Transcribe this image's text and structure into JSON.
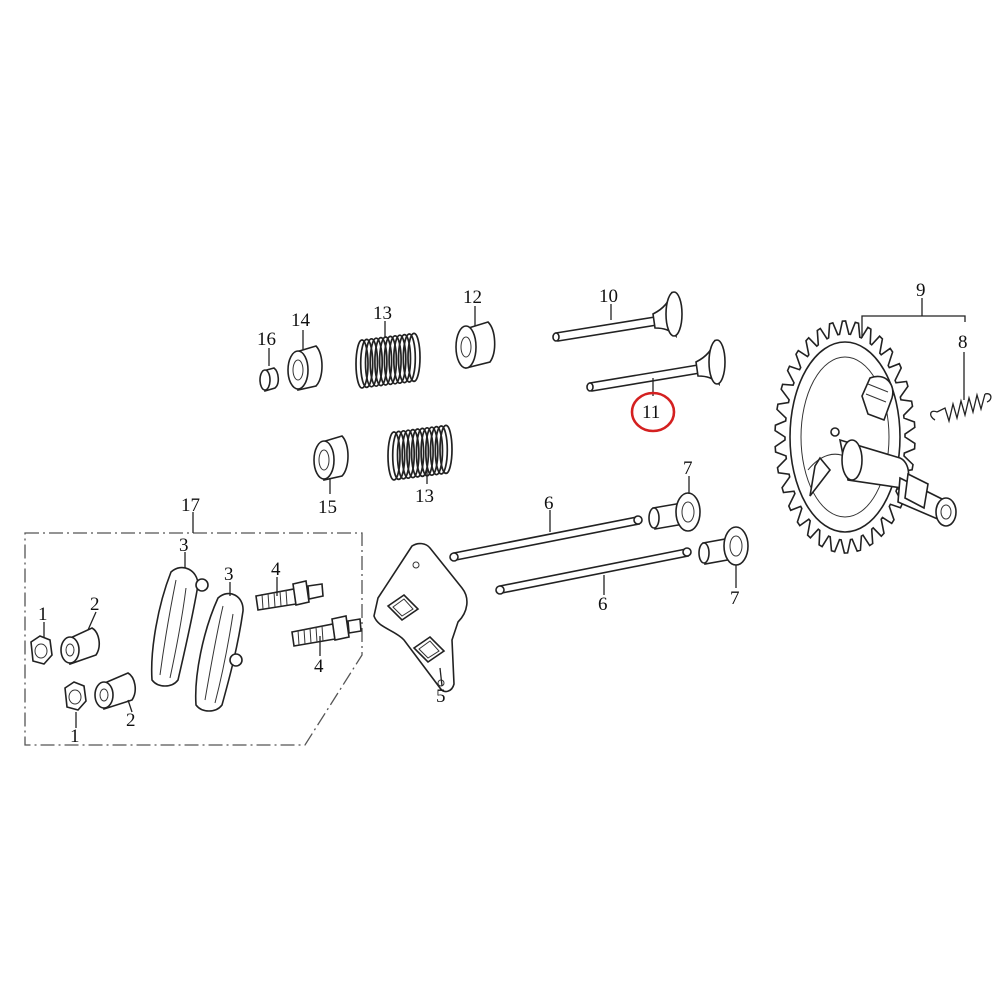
{
  "diagram": {
    "highlight_color": "#d42020",
    "highlighted_callout": "11",
    "callouts": [
      {
        "id": "c1a",
        "text": "1"
      },
      {
        "id": "c1b",
        "text": "1"
      },
      {
        "id": "c2a",
        "text": "2"
      },
      {
        "id": "c2b",
        "text": "2"
      },
      {
        "id": "c3a",
        "text": "3"
      },
      {
        "id": "c3b",
        "text": "3"
      },
      {
        "id": "c4a",
        "text": "4"
      },
      {
        "id": "c4b",
        "text": "4"
      },
      {
        "id": "c5",
        "text": "5"
      },
      {
        "id": "c6a",
        "text": "6"
      },
      {
        "id": "c6b",
        "text": "6"
      },
      {
        "id": "c7a",
        "text": "7"
      },
      {
        "id": "c7b",
        "text": "7"
      },
      {
        "id": "c8",
        "text": "8"
      },
      {
        "id": "c9",
        "text": "9"
      },
      {
        "id": "c10",
        "text": "10"
      },
      {
        "id": "c11",
        "text": "11"
      },
      {
        "id": "c12",
        "text": "12"
      },
      {
        "id": "c13a",
        "text": "13"
      },
      {
        "id": "c13b",
        "text": "13"
      },
      {
        "id": "c14",
        "text": "14"
      },
      {
        "id": "c15",
        "text": "15"
      },
      {
        "id": "c16",
        "text": "16"
      },
      {
        "id": "c17",
        "text": "17"
      }
    ]
  }
}
